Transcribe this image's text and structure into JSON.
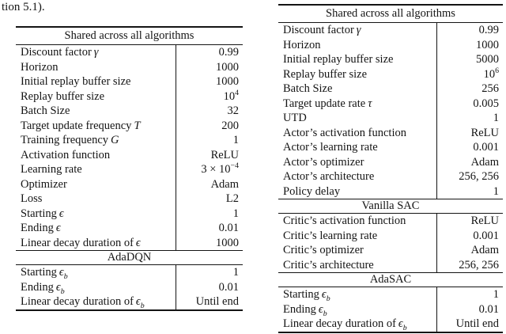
{
  "page": {
    "caption_fragment": "tion 5.1)."
  },
  "colors": {
    "ink": "#141414",
    "background": "#ffffff"
  },
  "tables": [
    {
      "id": "dqn-hyperparameters",
      "sections": [
        {
          "header": "Shared across all algorithms",
          "rows": [
            {
              "label": "Discount factor",
              "math": "γ",
              "value": "0.99"
            },
            {
              "label": "Horizon",
              "value": "1000"
            },
            {
              "label": "Initial replay buffer size",
              "value": "1000"
            },
            {
              "label": "Replay buffer size",
              "value": "10",
              "value_sup": "4"
            },
            {
              "label": "Batch Size",
              "value": "32"
            },
            {
              "label": "Target update frequency",
              "math": "T",
              "value": "200"
            },
            {
              "label": "Training frequency",
              "math": "G",
              "value": "1"
            },
            {
              "label": "Activation function",
              "value": "ReLU"
            },
            {
              "label": "Learning rate",
              "value": "3 × 10",
              "value_sup": "−4"
            },
            {
              "label": "Optimizer",
              "value": "Adam"
            },
            {
              "label": "Loss",
              "value": "L2"
            },
            {
              "label": "Starting",
              "math": "ϵ",
              "value": "1"
            },
            {
              "label": "Ending",
              "math": "ϵ",
              "value": "0.01"
            },
            {
              "label": "Linear decay duration of",
              "math": "ϵ",
              "value": "1000"
            }
          ]
        },
        {
          "header": "AdaDQN",
          "rows": [
            {
              "label": "Starting",
              "math": "ϵ",
              "math_sub": "b",
              "value": "1"
            },
            {
              "label": "Ending",
              "math": "ϵ",
              "math_sub": "b",
              "value": "0.01"
            },
            {
              "label": "Linear decay duration of",
              "math": "ϵ",
              "math_sub": "b",
              "value": "Until end"
            }
          ]
        }
      ]
    },
    {
      "id": "sac-hyperparameters",
      "sections": [
        {
          "header": "Shared across all algorithms",
          "rows": [
            {
              "label": "Discount factor",
              "math": "γ",
              "value": "0.99"
            },
            {
              "label": "Horizon",
              "value": "1000"
            },
            {
              "label": "Initial replay buffer size",
              "value": "5000"
            },
            {
              "label": "Replay buffer size",
              "value": "10",
              "value_sup": "6"
            },
            {
              "label": "Batch Size",
              "value": "256"
            },
            {
              "label": "Target update rate",
              "math": "τ",
              "value": "0.005"
            },
            {
              "label": "UTD",
              "value": "1"
            },
            {
              "label": "Actor’s activation function",
              "value": "ReLU"
            },
            {
              "label": "Actor’s learning rate",
              "value": "0.001"
            },
            {
              "label": "Actor’s optimizer",
              "value": "Adam"
            },
            {
              "label": "Actor’s architecture",
              "value": "256, 256"
            },
            {
              "label": "Policy delay",
              "value": "1"
            }
          ]
        },
        {
          "header": "Vanilla SAC",
          "rows": [
            {
              "label": "Critic’s activation function",
              "value": "ReLU"
            },
            {
              "label": "Critic’s learning rate",
              "value": "0.001"
            },
            {
              "label": "Critic’s optimizer",
              "value": "Adam"
            },
            {
              "label": "Critic’s architecture",
              "value": "256, 256"
            }
          ]
        },
        {
          "header": "AdaSAC",
          "rows": [
            {
              "label": "Starting",
              "math": "ϵ",
              "math_sub": "b",
              "value": "1"
            },
            {
              "label": "Ending",
              "math": "ϵ",
              "math_sub": "b",
              "value": "0.01"
            },
            {
              "label": "Linear decay duration of",
              "math": "ϵ",
              "math_sub": "b",
              "value": "Until end"
            }
          ]
        }
      ]
    }
  ]
}
